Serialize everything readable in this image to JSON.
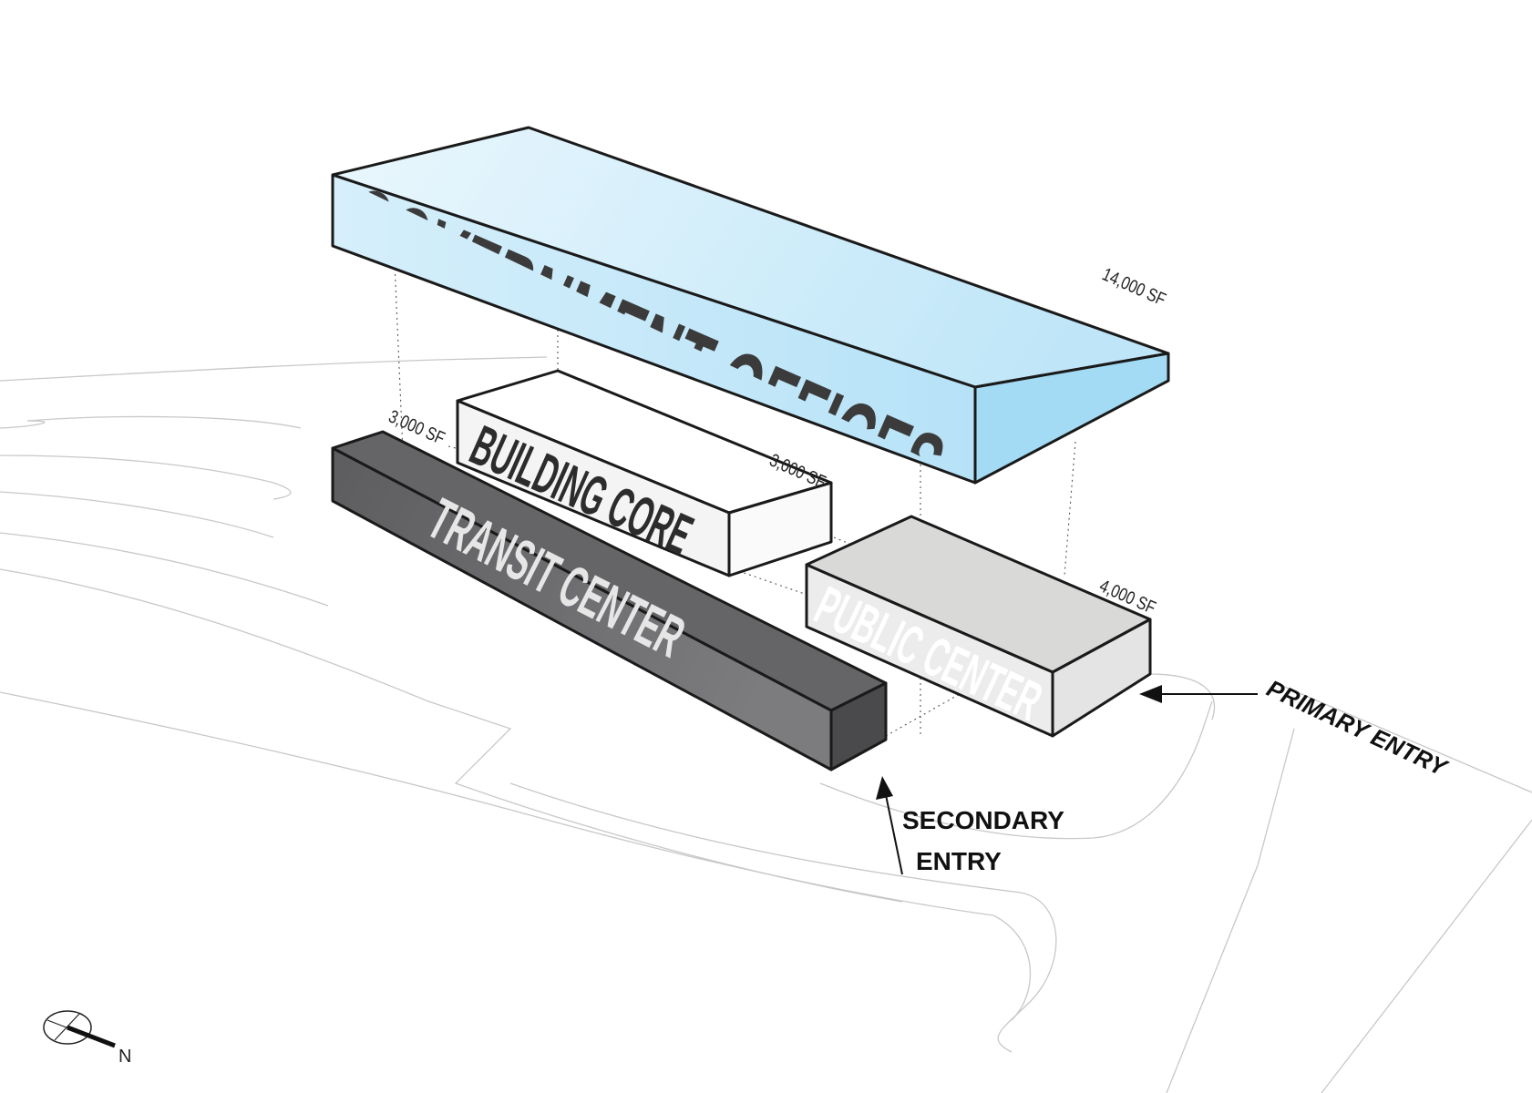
{
  "blocks": {
    "government_offices": {
      "label": "GOVERNMENT OFFICES",
      "area": "14,000 SF"
    },
    "building_core": {
      "label": "BUILDING CORE",
      "area": "3,000 SF"
    },
    "transit_center": {
      "label": "TRANSIT CENTER",
      "area": "3,000 SF"
    },
    "public_center": {
      "label": "PUBLIC CENTER",
      "area": "4,000 SF"
    }
  },
  "entries": {
    "primary": "PRIMARY ENTRY",
    "secondary_line1": "SECONDARY",
    "secondary_line2": "ENTRY"
  },
  "north_label": "N",
  "colors": {
    "government_offices_top": "#dff1fa",
    "government_offices_side": "#a8dcf4",
    "transit_center": "#6b6b6e",
    "public_center": "#d9dad8",
    "building_core": "#f2f2f2",
    "site_lines": "#c8c8c8"
  }
}
